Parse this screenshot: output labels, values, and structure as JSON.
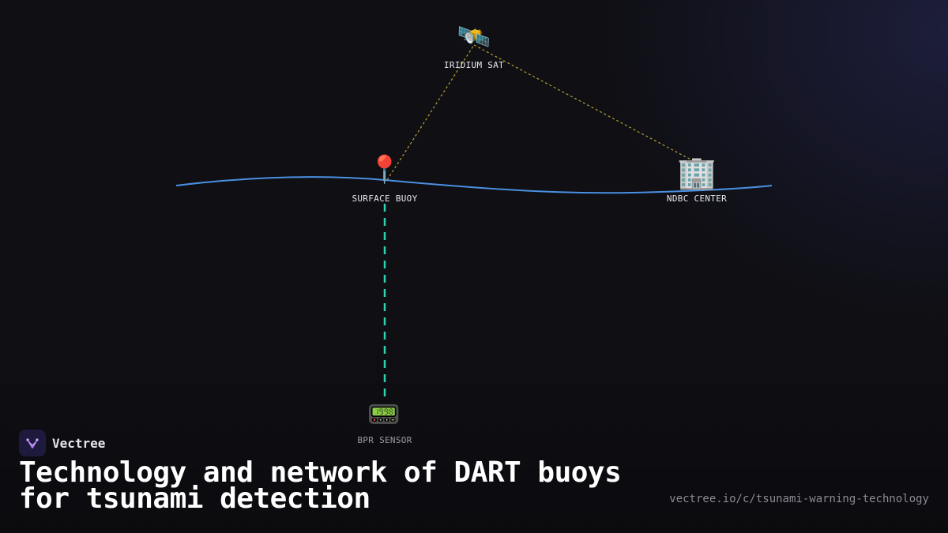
{
  "diagram": {
    "nodes": {
      "satellite": {
        "icon": "🛰️",
        "label": "IRIDIUM SAT"
      },
      "buoy": {
        "icon": "📍",
        "label": "SURFACE BUOY"
      },
      "center": {
        "icon": "🏢",
        "label": "NDBC CENTER"
      },
      "sensor": {
        "icon": "📟",
        "label": "BPR SENSOR"
      }
    },
    "colors": {
      "ocean_surface": "#4a90e2",
      "satellite_link": "#b8a235",
      "acoustic_link": "#2ed1b0"
    }
  },
  "brand": {
    "name": "Vectree"
  },
  "title": "Technology and network of DART buoys for tsunami detection",
  "url": "vectree.io/c/tsunami-warning-technology"
}
